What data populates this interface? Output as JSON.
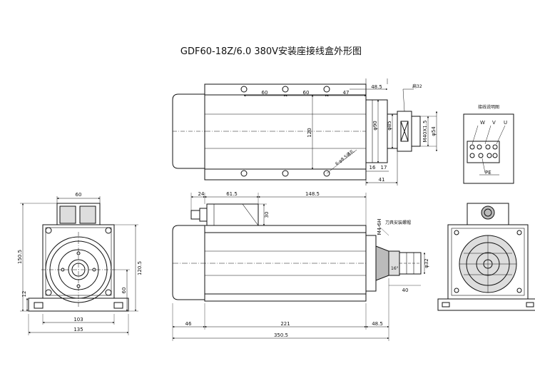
{
  "title": "GDF60-18Z/6.0 380V安装座接线盒外形图",
  "colors": {
    "line": "#111111",
    "shade": "#dddddd",
    "shade_dark": "#bbbbbb",
    "background": "#ffffff"
  },
  "top_view": {
    "dims": {
      "d48_5": "48.5",
      "d60a": "60",
      "d60b": "60",
      "d47": "47",
      "d120": "120",
      "phi90": "φ90",
      "phi85": "φ85",
      "d16": "16",
      "d17": "17",
      "d41": "41",
      "hex32": "扁32",
      "m40": "M40X1.5",
      "phi54": "φ54",
      "holes": "6-φ8.5通孔"
    }
  },
  "wiring": {
    "title": "接线说明图",
    "w": "W",
    "v": "V",
    "u": "U",
    "pe": "PE"
  },
  "side_view": {
    "dims": {
      "d24": "24",
      "d61_5": "61.5",
      "d148_5": "148.5",
      "d30": "30",
      "m4": "M4-6H",
      "tool_nut": "刀具安装螺帽",
      "deg": "16°",
      "phi32": "φ32",
      "d40": "40",
      "d46": "46",
      "d221": "221",
      "d48_5b": "48.5",
      "d350_5": "350.5"
    }
  },
  "front_view": {
    "dims": {
      "d60": "60",
      "d150_5": "150.5",
      "d120_5": "120.5",
      "d60v": "60",
      "d12": "12",
      "d103": "103",
      "d135": "135"
    }
  }
}
